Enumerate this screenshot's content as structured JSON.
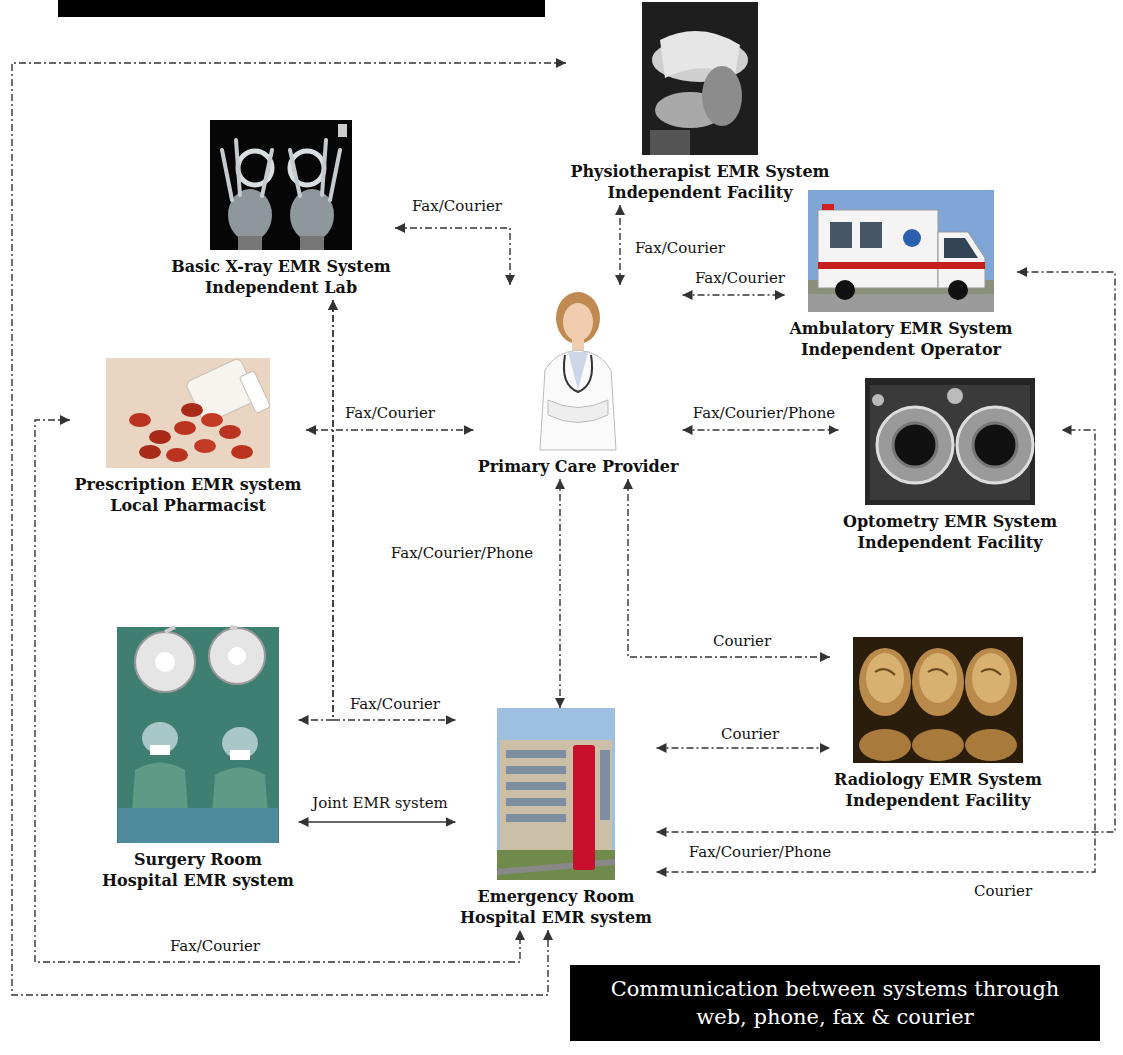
{
  "diagram": {
    "nodes": [
      {
        "text": [
          "Physiotherapist EMR System",
          "Independent Facility"
        ]
      },
      {
        "text": [
          "Basic X-ray EMR System",
          "Independent Lab"
        ]
      },
      {
        "text": [
          "Ambulatory EMR System",
          "Independent Operator"
        ]
      },
      {
        "text": [
          "Prescription EMR system",
          "Local Pharmacist"
        ]
      },
      {
        "text": [
          "Primary Care Provider"
        ]
      },
      {
        "text": [
          "Optometry EMR System",
          "Independent Facility"
        ]
      },
      {
        "text": [
          "Surgery Room",
          "Hospital EMR system"
        ]
      },
      {
        "text": [
          "Emergency Room",
          "Hospital EMR system"
        ]
      },
      {
        "text": [
          "Radiology EMR System",
          "Independent Facility"
        ]
      },
      {
        "text": [
          "Communication between systems through web, phone, fax & courier"
        ]
      }
    ],
    "edges": [
      {
        "from": 4,
        "to": 0,
        "label": "Fax/Courier",
        "arrow": "both"
      },
      {
        "from": 1,
        "to": 4,
        "label": "Fax/Courier",
        "arrow": "both"
      },
      {
        "from": 4,
        "to": 2,
        "label": "Fax/Courier",
        "arrow": "both"
      },
      {
        "from": 3,
        "to": 4,
        "label": "Fax/Courier",
        "arrow": "both"
      },
      {
        "from": 4,
        "to": 5,
        "label": "Fax/Courier/Phone",
        "arrow": "both"
      },
      {
        "from": 4,
        "to": 7,
        "label": "Fax/Courier/Phone",
        "arrow": "both"
      },
      {
        "from": 4,
        "to": 8,
        "label": "Courier",
        "arrow": "both"
      },
      {
        "from": 1,
        "to": 6,
        "arrow": "both"
      },
      {
        "from": 1,
        "to": 7,
        "label": "Fax/Courier",
        "arrow": "both"
      },
      {
        "from": 6,
        "to": 7,
        "label": "Joint EMR system",
        "arrow": "both"
      },
      {
        "from": 7,
        "to": 8,
        "label": "Courier",
        "arrow": "both"
      },
      {
        "from": 7,
        "to": 2,
        "label": "Fax/Courier/Phone",
        "arrow": "both"
      },
      {
        "from": 7,
        "to": 5,
        "label": "Courier",
        "arrow": "both"
      },
      {
        "from": 3,
        "to": 7,
        "label": "Fax/Courier",
        "arrow": "both"
      },
      {
        "from": 0,
        "to": 7,
        "arrow": "both"
      }
    ]
  }
}
